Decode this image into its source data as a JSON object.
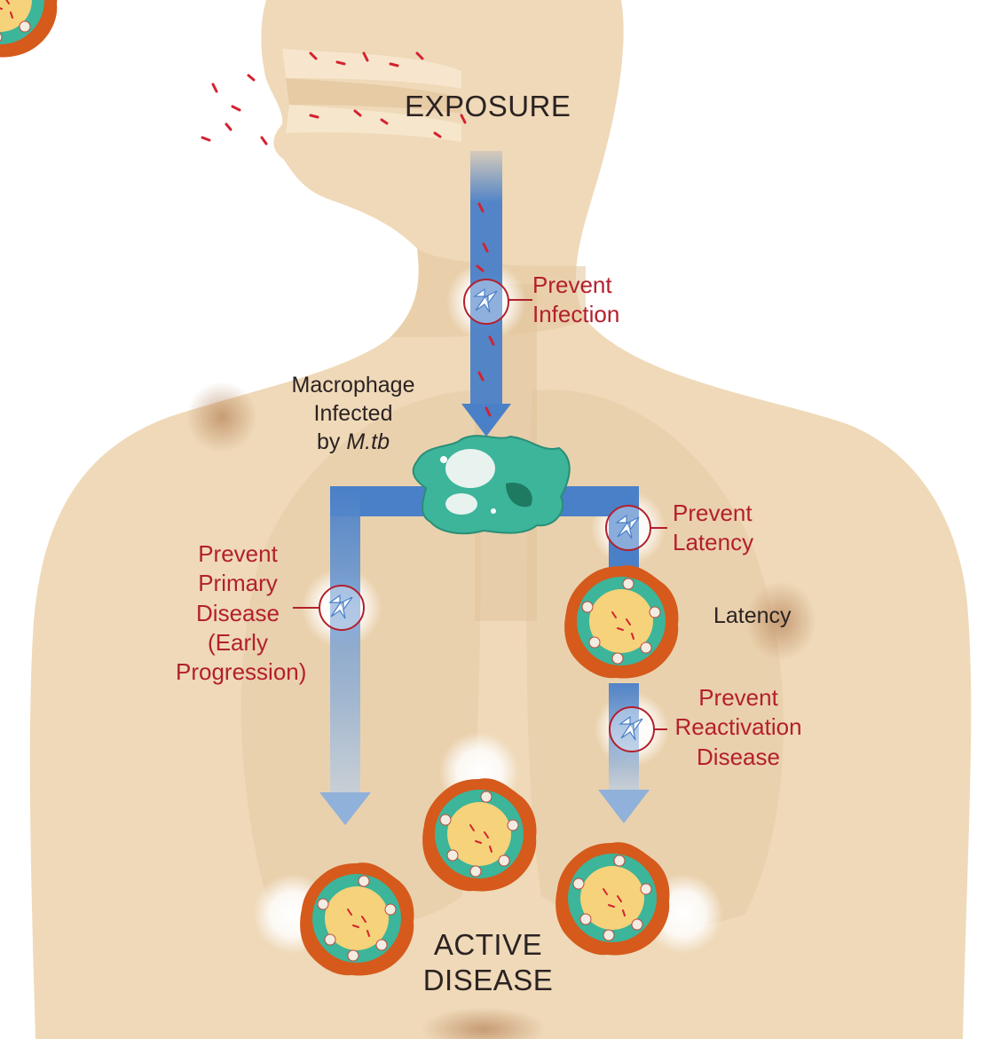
{
  "colors": {
    "skin": "#efd9b8",
    "skin_shadow": "#d9bc93",
    "flow_arrow": "#4a80c8",
    "label_red": "#b3202c",
    "macrophage": "#3cb59a",
    "granuloma_rim": "#d55a1c",
    "granuloma_core": "#f6d27a"
  },
  "labels": {
    "exposure": "EXPOSURE",
    "prevent_infection": [
      "Prevent",
      "Infection"
    ],
    "macrophage": [
      "Macrophage",
      "Infected",
      "by ",
      "M.tb"
    ],
    "prevent_latency": [
      "Prevent",
      "Latency"
    ],
    "latency": "Latency",
    "prevent_primary": [
      "Prevent",
      "Primary",
      "Disease",
      "(Early",
      "Progression)"
    ],
    "prevent_reactivation": [
      "Prevent",
      "Reactivation",
      "Disease"
    ],
    "active_disease": [
      "ACTIVE",
      "DISEASE"
    ]
  },
  "icons": {
    "intervention": "lightning-circle-icon",
    "cell": "macrophage-icon",
    "lesion": "granuloma-icon"
  }
}
